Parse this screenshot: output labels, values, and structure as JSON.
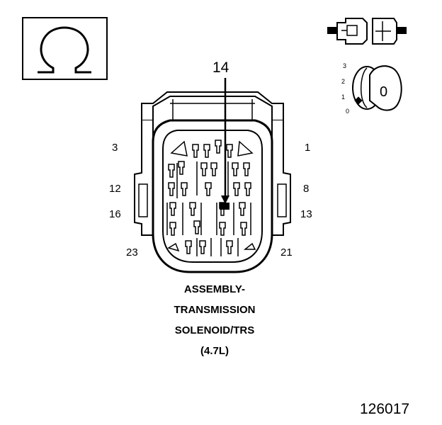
{
  "ohm_symbol": {
    "glyph": "Ω",
    "icon": "ohm-meter-icon"
  },
  "callout_pin": "14",
  "pin_labels": {
    "p3": "3",
    "p1": "1",
    "p12": "12",
    "p8": "8",
    "p16": "16",
    "p13": "13",
    "p23": "23",
    "p21": "21"
  },
  "key_switch": {
    "positions": [
      "3",
      "2",
      "1",
      "0"
    ],
    "key_label": "0",
    "icon": "ignition-key-icon"
  },
  "connector_icon": "unplugged-connector-icon",
  "caption": {
    "line1": "ASSEMBLY-",
    "line2": "TRANSMISSION",
    "line3": "SOLENOID/TRS",
    "line4": "(4.7L)"
  },
  "figure_number": "126017"
}
